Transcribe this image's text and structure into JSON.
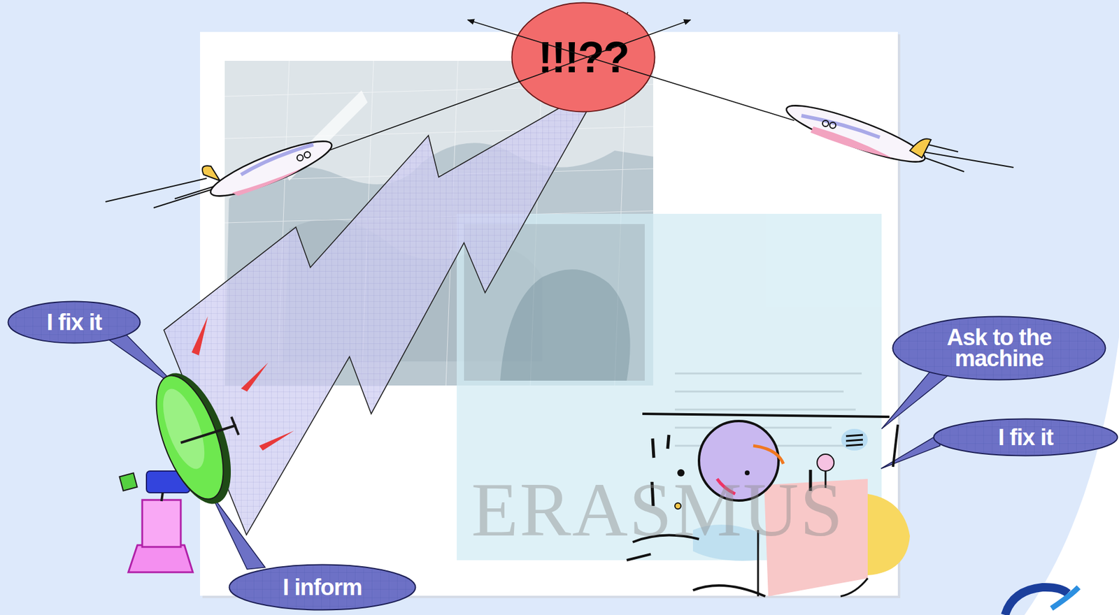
{
  "diagram": {
    "nodes": [
      {
        "text": [
          "!!!??"
        ]
      },
      {
        "text": [
          "I fix it"
        ]
      },
      {
        "text": [
          "Ask to the machine"
        ]
      },
      {
        "text": [
          "I fix it"
        ]
      },
      {
        "text": [
          "I inform"
        ]
      }
    ],
    "labels": [
      "ERASMUS"
    ]
  }
}
